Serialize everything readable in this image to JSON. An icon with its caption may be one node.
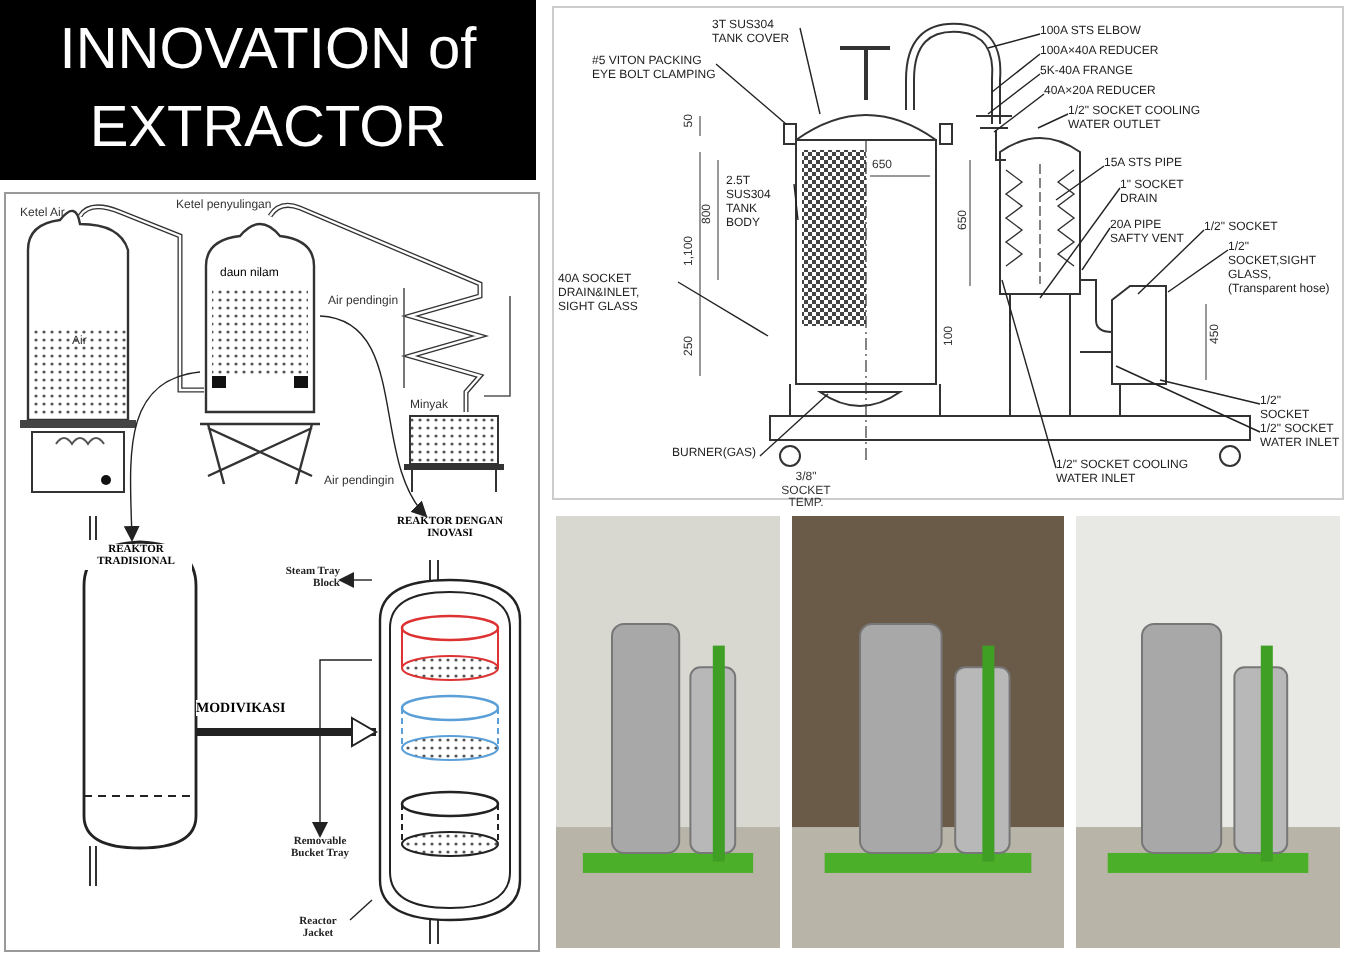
{
  "diagram": {
    "title": "INNOVATION of EXTRACTOR",
    "nodes": [
      {
        "text": [
          "daun nilam"
        ]
      },
      {
        "text": [
          "REAKTOR TRADISIONAL"
        ]
      },
      {
        "text": [
          "REAKTOR DENGAN INOVASI"
        ]
      },
      {
        "text": [
          "Steam Tray Block"
        ]
      },
      {
        "text": [
          "Removable Bucket Tray"
        ]
      },
      {
        "text": [
          "Reactor Jacket"
        ]
      },
      {
        "text": [
          "3T SUS304 TANK COVER"
        ]
      },
      {
        "text": [
          "#5 VITON PACKING EYE BOLT CLAMPING"
        ]
      },
      {
        "text": [
          "2.5T SUS304 TANK BODY"
        ]
      },
      {
        "text": [
          "40A SOCKET DRAIN&INLET, SIGHT GLASS"
        ]
      },
      {
        "text": [
          "BURNER(GAS)"
        ]
      },
      {
        "text": [
          "100A STS ELBOW"
        ]
      },
      {
        "text": [
          "100A×40A REDUCER"
        ]
      },
      {
        "text": [
          "5K-40A FRANGE"
        ]
      },
      {
        "text": [
          "40A×20A REDUCER"
        ]
      },
      {
        "text": [
          "1/2\" SOCKET COOLING WATER OUTLET"
        ]
      },
      {
        "text": [
          "15A STS PIPE"
        ]
      },
      {
        "text": [
          "1\" SOCKET DRAIN"
        ]
      },
      {
        "text": [
          "20A PIPE SAFTY VENT"
        ]
      },
      {
        "text": [
          "1/2\" SOCKET"
        ]
      },
      {
        "text": [
          "1/2\" SOCKET,SIGHT GLASS, (Transparent hose)"
        ]
      },
      {
        "text": [
          "1/2\" SOCKET"
        ]
      },
      {
        "text": [
          "1/2\" SOCKET WATER INLET"
        ]
      },
      {
        "text": [
          "1/2\" SOCKET COOLING WATER INLET"
        ]
      }
    ],
    "edges": [
      {
        "from": 0,
        "to": 1,
        "arrow": "to"
      },
      {
        "from": 0,
        "to": 2,
        "arrow": "to"
      },
      {
        "from": 1,
        "to": 2,
        "arrow": "to",
        "label": "MODIVIKASI",
        "style": "thick"
      },
      {
        "from": 2,
        "to": 3,
        "arrow": "to"
      },
      {
        "from": 2,
        "to": 4,
        "arrow": "to"
      },
      {
        "from": 5,
        "to": 2,
        "arrow": "none"
      },
      {
        "from": 6,
        "to": null,
        "arrow": "none"
      },
      {
        "from": 7,
        "to": null,
        "arrow": "none"
      },
      {
        "from": 8,
        "to": null,
        "arrow": "none"
      },
      {
        "from": 9,
        "to": null,
        "arrow": "none"
      },
      {
        "from": 10,
        "to": null,
        "arrow": "none"
      },
      {
        "from": 11,
        "to": null,
        "arrow": "none"
      },
      {
        "from": 12,
        "to": null,
        "arrow": "none"
      },
      {
        "from": 13,
        "to": null,
        "arrow": "none"
      },
      {
        "from": 14,
        "to": null,
        "arrow": "none"
      },
      {
        "from": 15,
        "to": null,
        "arrow": "none"
      },
      {
        "from": 16,
        "to": null,
        "arrow": "none"
      },
      {
        "from": 17,
        "to": null,
        "arrow": "none"
      },
      {
        "from": 18,
        "to": null,
        "arrow": "none"
      },
      {
        "from": 19,
        "to": null,
        "arrow": "none"
      },
      {
        "from": 20,
        "to": null,
        "arrow": "none"
      },
      {
        "from": 21,
        "to": null,
        "arrow": "none"
      },
      {
        "from": 22,
        "to": null,
        "arrow": "none"
      },
      {
        "from": 23,
        "to": null,
        "arrow": "none"
      }
    ],
    "labels": [
      "Ketel Air",
      "Ketel penyulingan",
      "Air",
      "Air pendingin",
      "Minyak",
      "Air pendingin",
      "50",
      "650",
      "1,100",
      "800",
      "250",
      "650",
      "100",
      "450",
      "3/8\" SOCKET TEMP."
    ]
  }
}
